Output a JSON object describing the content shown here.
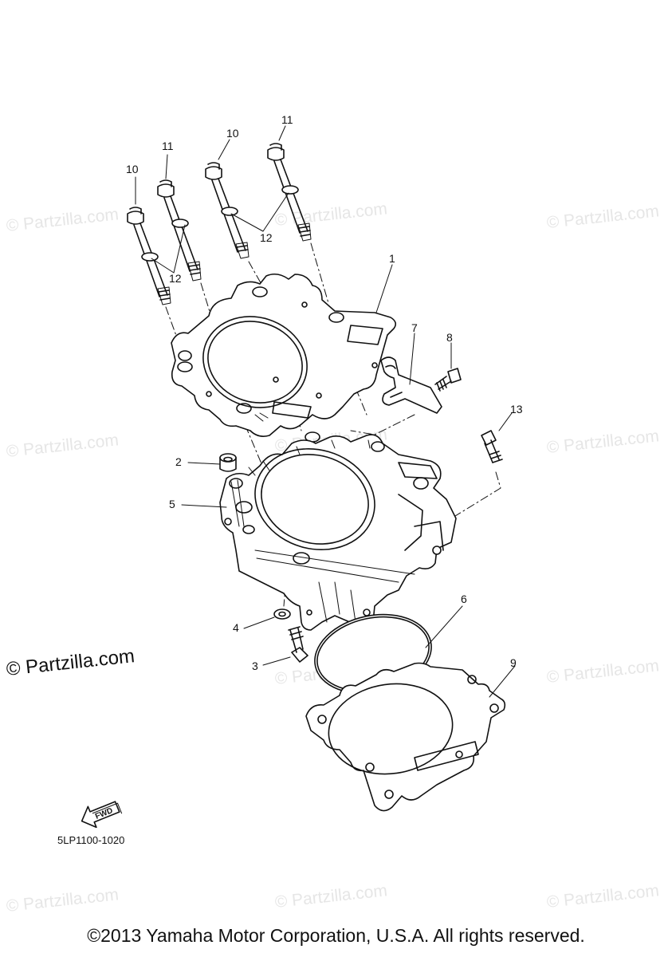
{
  "watermark": "© Partzilla.com",
  "watermark_main": "© Partzilla.com",
  "callouts": [
    "1",
    "2",
    "3",
    "4",
    "5",
    "6",
    "7",
    "8",
    "9",
    "10",
    "10",
    "11",
    "11",
    "12",
    "12",
    "13"
  ],
  "fwd_label": "FWD",
  "part_code": "5LP1100-1020",
  "copyright": "©2013 Yamaha Motor Corporation, U.S.A. All rights reserved."
}
